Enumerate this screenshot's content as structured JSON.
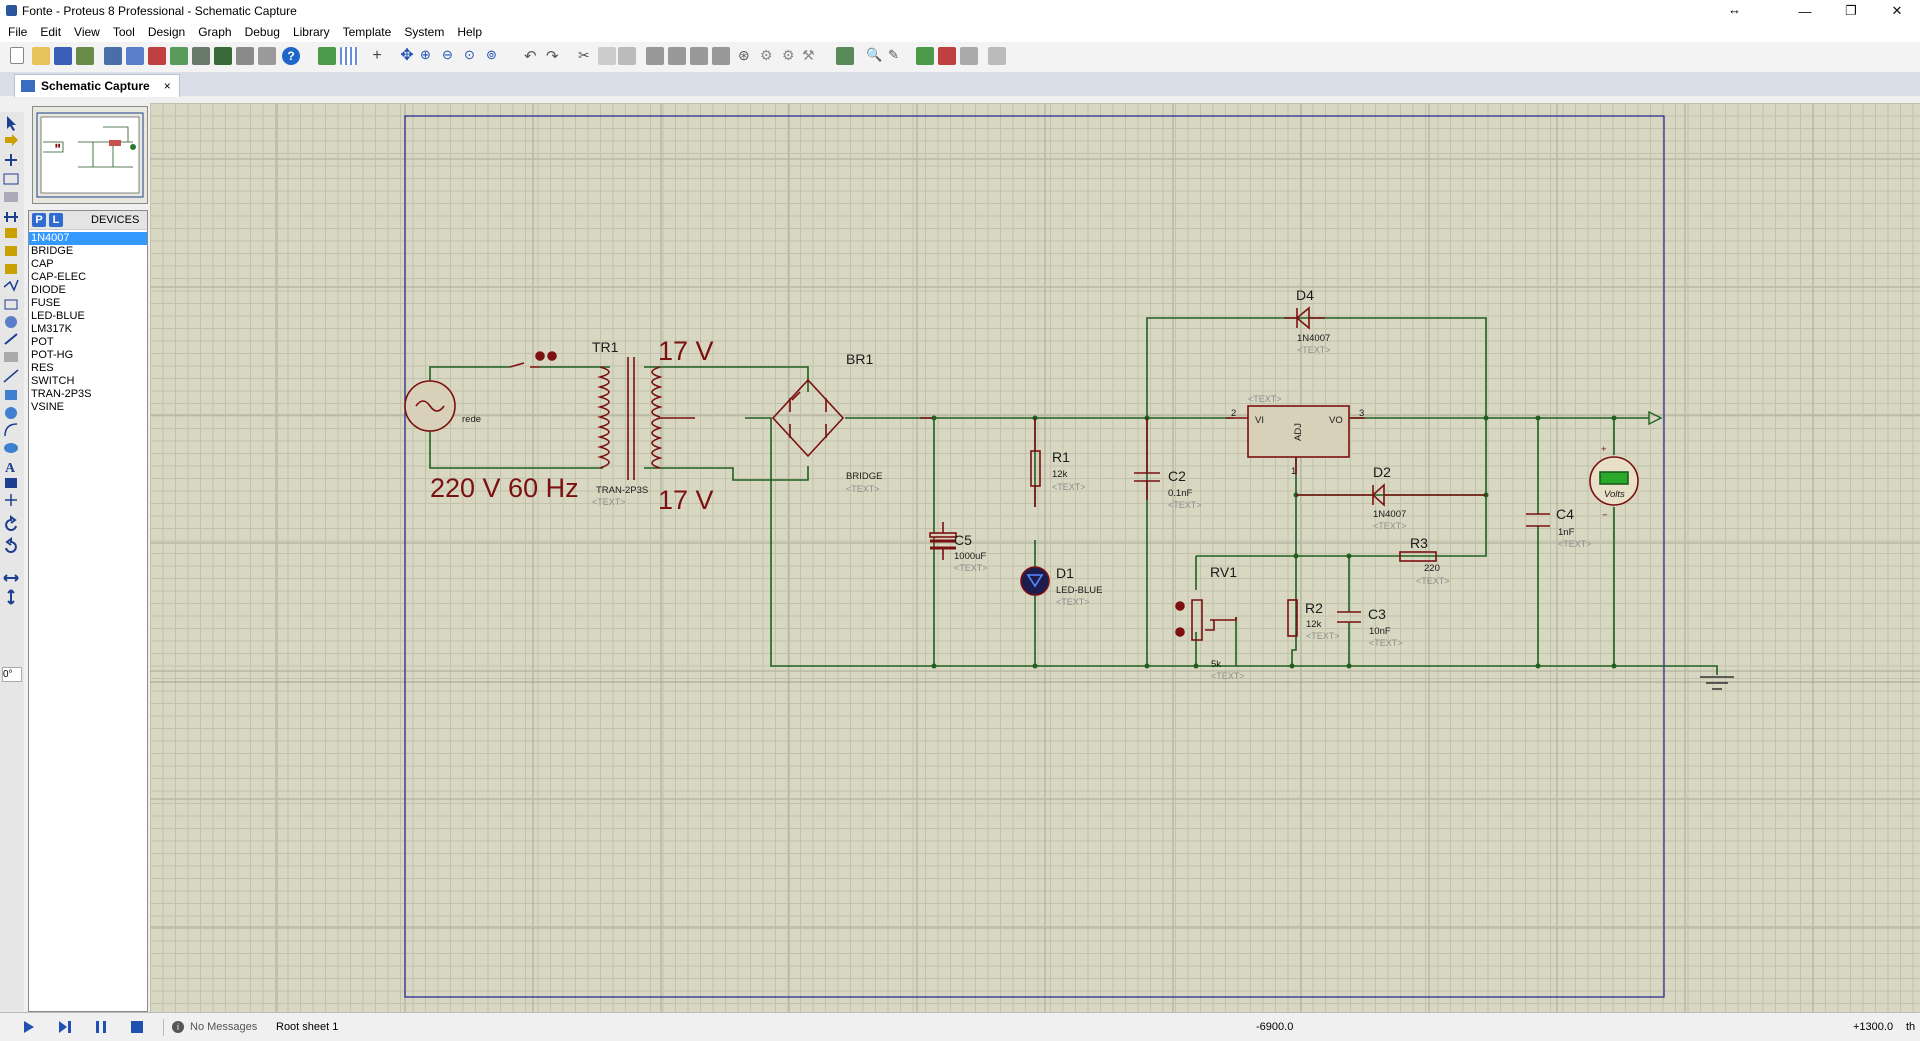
{
  "window": {
    "title": "Fonte - Proteus 8 Professional - Schematic Capture"
  },
  "menu": [
    "File",
    "Edit",
    "View",
    "Tool",
    "Design",
    "Graph",
    "Debug",
    "Library",
    "Template",
    "System",
    "Help"
  ],
  "tab": {
    "label": "Schematic Capture",
    "close": "×"
  },
  "devices": {
    "header": "DEVICES",
    "p": "P",
    "l": "L",
    "items": [
      "1N4007",
      "BRIDGE",
      "CAP",
      "CAP-ELEC",
      "DIODE",
      "FUSE",
      "LED-BLUE",
      "LM317K",
      "POT",
      "POT-HG",
      "RES",
      "SWITCH",
      "TRAN-2P3S",
      "VSINE"
    ],
    "selected_index": 0
  },
  "rotation": "0°",
  "schematic": {
    "source_label": "rede",
    "tr1": "TR1",
    "tr1_type": "TRAN-2P3S",
    "tr1_text": "<TEXT>",
    "v_top": "17 V",
    "v_bot": "17 V",
    "mains": "220 V 60 Hz",
    "br1": "BR1",
    "br1_type": "BRIDGE",
    "br1_text": "<TEXT>",
    "c5": "C5",
    "c5_val": "1000uF",
    "c5_text": "<TEXT>",
    "r1": "R1",
    "r1_val": "12k",
    "r1_text": "<TEXT>",
    "d1": "D1",
    "d1_val": "LED-BLUE",
    "d1_text": "<TEXT>",
    "c2": "C2",
    "c2_val": "0.1nF",
    "c2_text": "<TEXT>",
    "d4": "D4",
    "d4_val": "1N4007",
    "d4_text": "<TEXT>",
    "u_text": "<TEXT>",
    "u_vi": "VI",
    "u_vo": "VO",
    "u_adj": "ADJ",
    "u_pin2": "2",
    "u_pin3": "3",
    "u_pin1": "1",
    "d2": "D2",
    "d2_val": "1N4007",
    "d2_text": "<TEXT>",
    "r3": "R3",
    "r3_val": "220",
    "r3_text": "<TEXT>",
    "rv1": "RV1",
    "rv1_val": "5k",
    "rv1_text": "<TEXT>",
    "r2": "R2",
    "r2_val": "12k",
    "r2_text": "<TEXT>",
    "c3": "C3",
    "c3_val": "10nF",
    "c3_text": "<TEXT>",
    "c4": "C4",
    "c4_val": "1nF",
    "c4_text": "<TEXT>",
    "vm_label": "Volts",
    "vm_plus": "+",
    "vm_minus": "−"
  },
  "status": {
    "messages": "No Messages",
    "sheet": "Root sheet 1",
    "x": "-6900.0",
    "y": "+1300.0",
    "unit": "th"
  }
}
